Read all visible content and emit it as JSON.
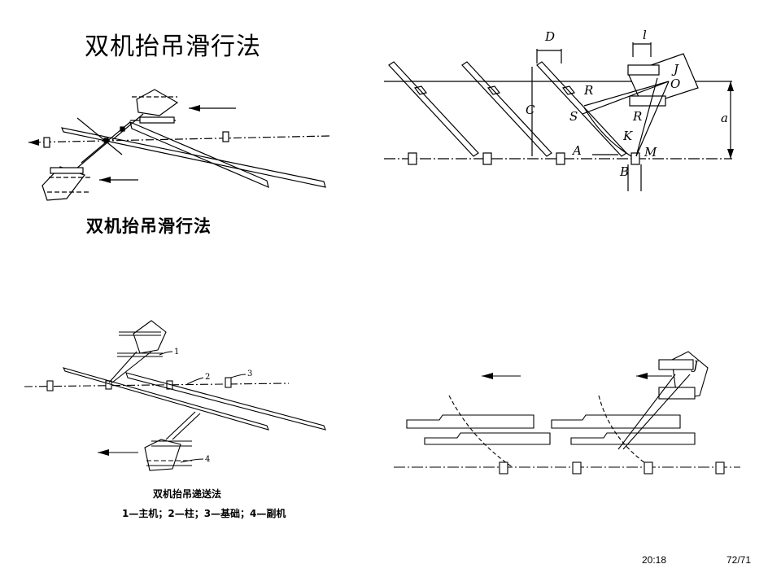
{
  "slide": {
    "title": "双机抬吊滑行法",
    "caption_bold": "双机抬吊滑行法",
    "caption_transfer": "双机抬吊递送法",
    "caption_legend": "1—主机；2—柱；3—基础；4—副机",
    "time": "20:18",
    "page": "72/71"
  },
  "diagram_labels": {
    "top_right": [
      "D",
      "l",
      "J",
      "O",
      "R",
      "C",
      "S",
      "R",
      "K",
      "a",
      "A",
      "M",
      "B"
    ],
    "bottom_left": [
      "1",
      "2",
      "3",
      "4"
    ],
    "bottom_right": [
      "J"
    ]
  }
}
